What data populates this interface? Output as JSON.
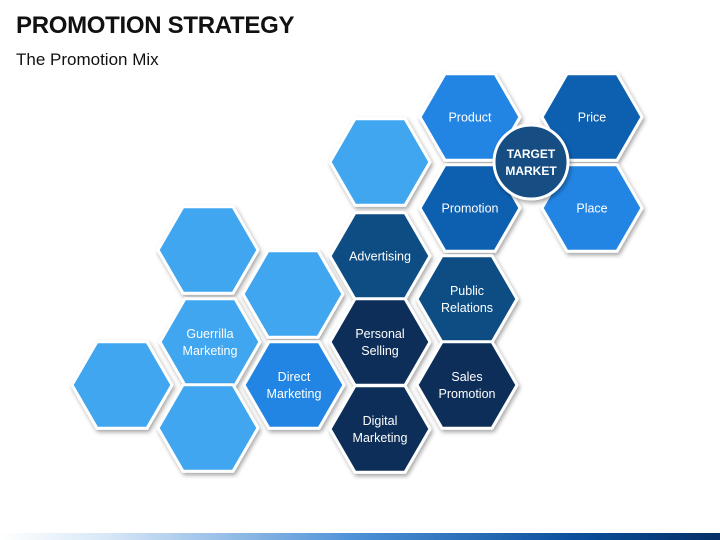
{
  "title": "PROMOTION STRATEGY",
  "subtitle": "The Promotion Mix",
  "center": {
    "lines": [
      "TARGET",
      "MARKET"
    ]
  },
  "colors": {
    "light": "#41a6f0",
    "mid": "#2185e3",
    "deep": "#0a5fb0",
    "dark": "#0f4d83",
    "darkest": "#0c2e58",
    "center": "#124d82",
    "background": "#ffffff"
  },
  "hexagons": [
    {
      "id": "product",
      "lines": [
        "Product"
      ],
      "color": "mid"
    },
    {
      "id": "price",
      "lines": [
        "Price"
      ],
      "color": "deep"
    },
    {
      "id": "promotion",
      "lines": [
        "Promotion"
      ],
      "color": "deep"
    },
    {
      "id": "place",
      "lines": [
        "Place"
      ],
      "color": "mid"
    },
    {
      "id": "blank-1",
      "lines": [],
      "color": "light"
    },
    {
      "id": "advertising",
      "lines": [
        "Advertising"
      ],
      "color": "dark"
    },
    {
      "id": "public-relations",
      "lines": [
        "Public",
        "Relations"
      ],
      "color": "dark"
    },
    {
      "id": "personal-selling",
      "lines": [
        "Personal",
        "Selling"
      ],
      "color": "darkest"
    },
    {
      "id": "sales-promotion",
      "lines": [
        "Sales",
        "Promotion"
      ],
      "color": "darkest"
    },
    {
      "id": "digital-marketing",
      "lines": [
        "Digital",
        "Marketing"
      ],
      "color": "darkest"
    },
    {
      "id": "blank-2",
      "lines": [],
      "color": "light"
    },
    {
      "id": "blank-3",
      "lines": [],
      "color": "light"
    },
    {
      "id": "guerrilla-marketing",
      "lines": [
        "Guerrilla",
        "Marketing"
      ],
      "color": "light"
    },
    {
      "id": "direct-marketing",
      "lines": [
        "Direct",
        "Marketing"
      ],
      "color": "mid"
    },
    {
      "id": "blank-4",
      "lines": [],
      "color": "light"
    },
    {
      "id": "blank-5",
      "lines": [],
      "color": "light"
    }
  ]
}
